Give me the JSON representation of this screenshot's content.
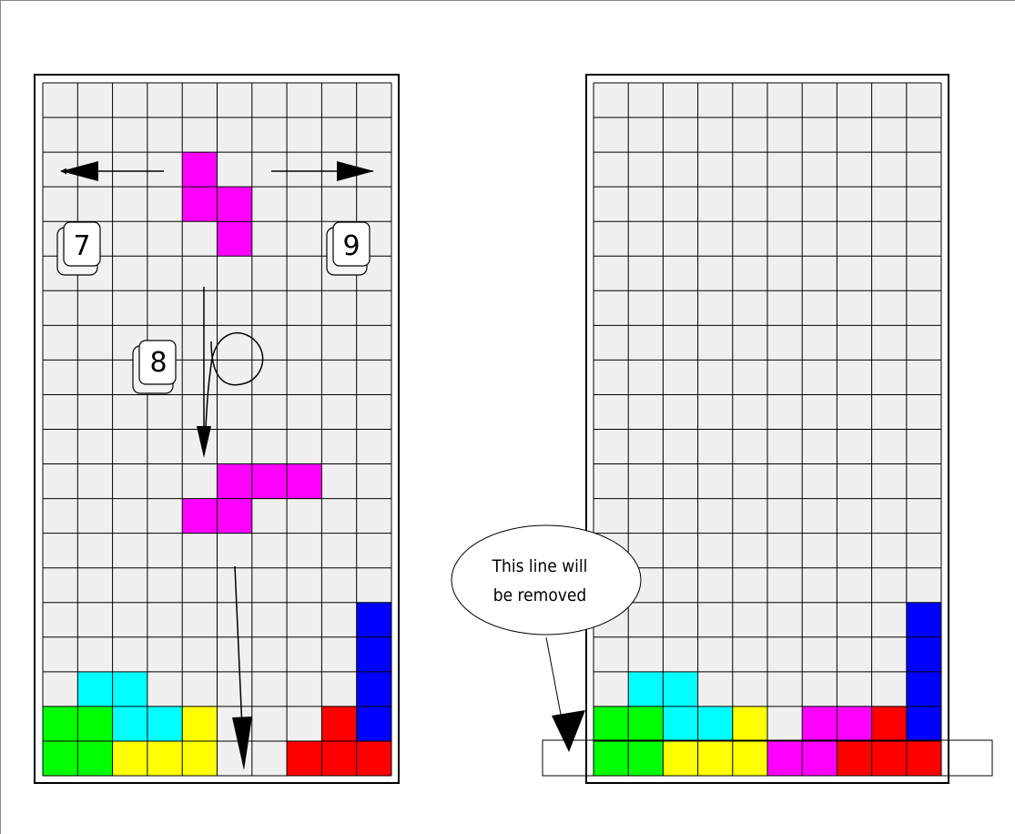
{
  "colors": {
    "cell_bg": "#f0f0f0",
    "grid_line": "#000000",
    "magenta": "#ff00ff",
    "cyan": "#00ffff",
    "green": "#00ff00",
    "yellow": "#ffff00",
    "red": "#ff0000",
    "blue": "#0000ff"
  },
  "board": {
    "rows": 20,
    "cols": 10
  },
  "left_board": {
    "blocks": [
      {
        "piece": "falling-piece",
        "color": "magenta",
        "cells": [
          [
            2,
            4
          ],
          [
            3,
            4
          ],
          [
            3,
            5
          ],
          [
            4,
            5
          ]
        ]
      },
      {
        "piece": "ghost-piece",
        "color": "magenta",
        "cells": [
          [
            11,
            5
          ],
          [
            11,
            6
          ],
          [
            11,
            7
          ],
          [
            12,
            4
          ],
          [
            12,
            5
          ]
        ]
      },
      {
        "piece": "cyan-piece",
        "color": "cyan",
        "cells": [
          [
            17,
            1
          ],
          [
            17,
            2
          ],
          [
            18,
            2
          ],
          [
            18,
            3
          ]
        ]
      },
      {
        "piece": "green-piece",
        "color": "green",
        "cells": [
          [
            18,
            0
          ],
          [
            18,
            1
          ],
          [
            19,
            0
          ],
          [
            19,
            1
          ]
        ]
      },
      {
        "piece": "yellow-piece",
        "color": "yellow",
        "cells": [
          [
            18,
            4
          ],
          [
            19,
            2
          ],
          [
            19,
            3
          ],
          [
            19,
            4
          ]
        ]
      },
      {
        "piece": "red-piece",
        "color": "red",
        "cells": [
          [
            18,
            8
          ],
          [
            19,
            7
          ],
          [
            19,
            8
          ],
          [
            19,
            9
          ]
        ]
      },
      {
        "piece": "blue-piece",
        "color": "blue",
        "cells": [
          [
            15,
            9
          ],
          [
            16,
            9
          ],
          [
            17,
            9
          ],
          [
            18,
            9
          ]
        ]
      }
    ]
  },
  "right_board": {
    "blocks": [
      {
        "piece": "cyan-piece",
        "color": "cyan",
        "cells": [
          [
            17,
            1
          ],
          [
            17,
            2
          ],
          [
            18,
            2
          ],
          [
            18,
            3
          ]
        ]
      },
      {
        "piece": "green-piece",
        "color": "green",
        "cells": [
          [
            18,
            0
          ],
          [
            18,
            1
          ],
          [
            19,
            0
          ],
          [
            19,
            1
          ]
        ]
      },
      {
        "piece": "yellow-piece",
        "color": "yellow",
        "cells": [
          [
            18,
            4
          ],
          [
            19,
            2
          ],
          [
            19,
            3
          ],
          [
            19,
            4
          ]
        ]
      },
      {
        "piece": "magenta-piece",
        "color": "magenta",
        "cells": [
          [
            18,
            6
          ],
          [
            18,
            7
          ],
          [
            19,
            5
          ],
          [
            19,
            6
          ]
        ]
      },
      {
        "piece": "red-piece",
        "color": "red",
        "cells": [
          [
            18,
            8
          ],
          [
            19,
            7
          ],
          [
            19,
            8
          ],
          [
            19,
            9
          ]
        ]
      },
      {
        "piece": "blue-piece",
        "color": "blue",
        "cells": [
          [
            15,
            9
          ],
          [
            16,
            9
          ],
          [
            17,
            9
          ],
          [
            18,
            9
          ]
        ]
      }
    ]
  },
  "keys": {
    "left": "7",
    "right": "9",
    "rotate": "8"
  },
  "callout": {
    "line1": "This line will",
    "line2": "be removed"
  }
}
